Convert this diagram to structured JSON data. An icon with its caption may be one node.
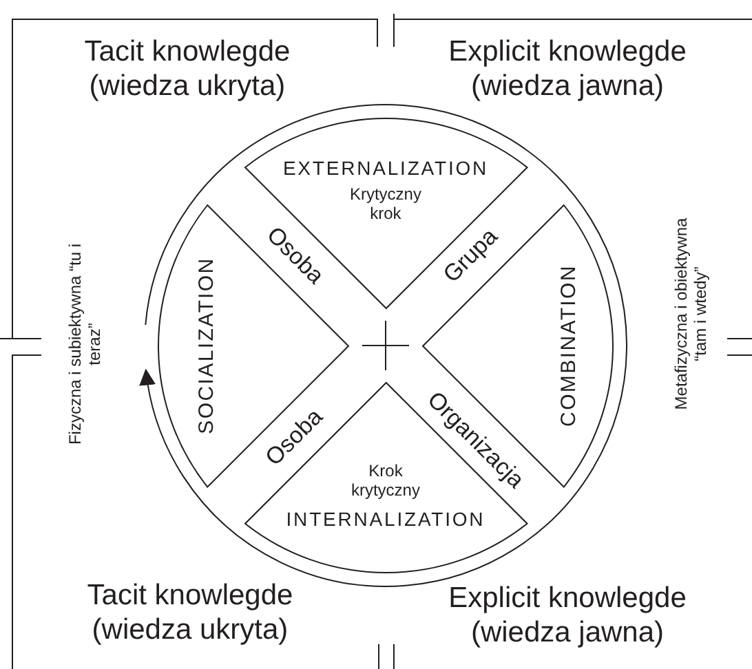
{
  "diagram": {
    "nodes": [
      {
        "text": [
          "EXTERNALIZATION",
          "Krytyczny krok"
        ]
      },
      {
        "text": [
          "SOCIALIZATION"
        ]
      },
      {
        "text": [
          "COMBINATION"
        ]
      },
      {
        "text": [
          "Krok krytyczny",
          "INTERNALIZATION"
        ]
      }
    ],
    "labels": [
      "Tacit knowlegde (wiedza ukryta)",
      "Explicit knowlegde (wiedza jawna)",
      "Osoba",
      "Grupa",
      "Fizyczna i subiektywna “tu i teraz”",
      "Metafizyczna i obiektywna “tam i wtedy”",
      "Osoba",
      "Organizacja",
      "Tacit knowlegde (wiedza ukryta)",
      "Explicit knowlegde (wiedza jawna)"
    ]
  }
}
